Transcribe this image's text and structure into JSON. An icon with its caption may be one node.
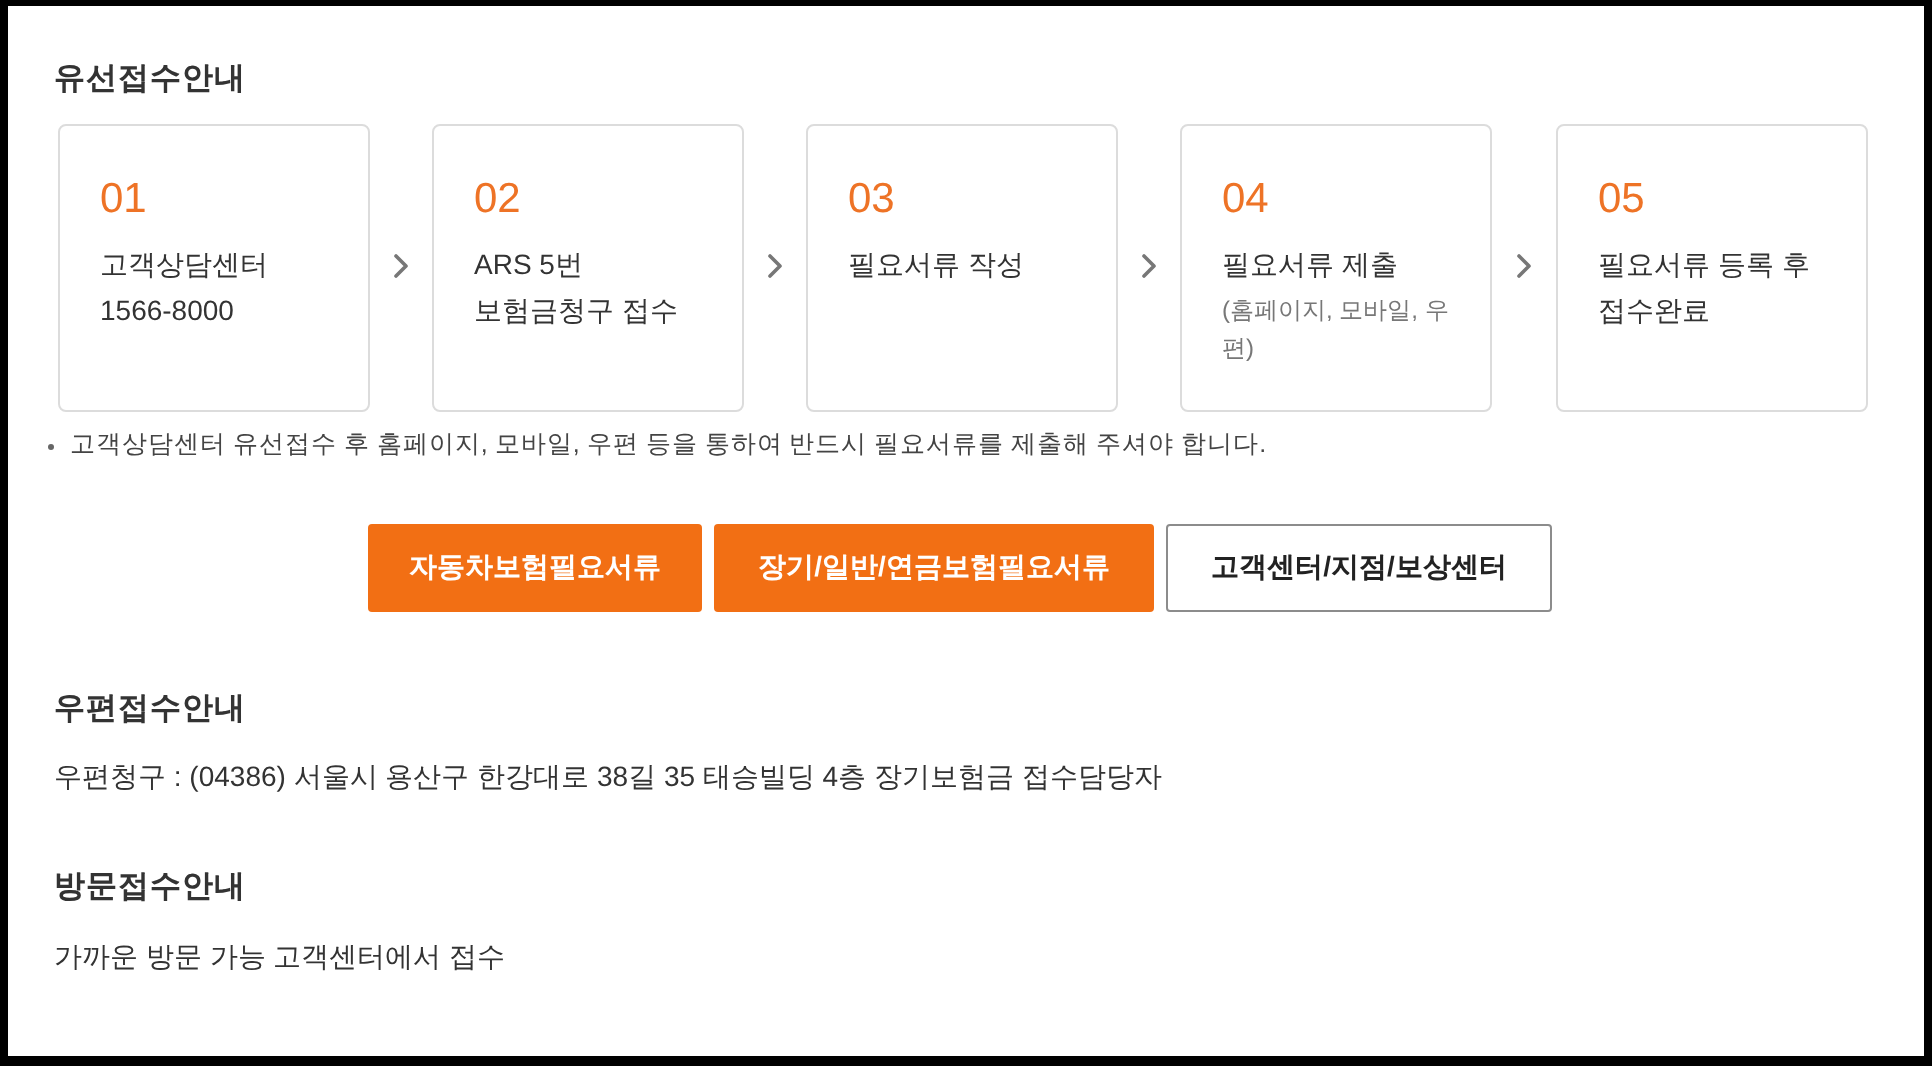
{
  "diagram": {
    "nodes": [
      {
        "text": [
          "01",
          "고객상담센터 1566-8000"
        ]
      },
      {
        "text": [
          "02",
          "ARS 5번 보험금청구 접수"
        ]
      },
      {
        "text": [
          "03",
          "필요서류 작성"
        ]
      },
      {
        "text": [
          "04",
          "필요서류 제출",
          "(홈페이지, 모바일, 우편)"
        ]
      },
      {
        "text": [
          "05",
          "필요서류 등록 후 접수완료"
        ]
      },
      {
        "text": [
          "자동차보험필요서류"
        ]
      },
      {
        "text": [
          "장기/일반/연금보험필요서류"
        ]
      },
      {
        "text": [
          "고객센터/지점/보상센터"
        ]
      }
    ],
    "edges": [
      {
        "from": 0,
        "to": 1,
        "arrow": "to"
      },
      {
        "from": 1,
        "to": 2,
        "arrow": "to"
      },
      {
        "from": 2,
        "to": 3,
        "arrow": "to"
      },
      {
        "from": 3,
        "to": 4,
        "arrow": "to"
      }
    ],
    "labels": [
      "유선접수안내",
      "고객상담센터 유선접수 후 홈페이지, 모바일, 우편 등을 통하여 반드시 필요서류를 제출해 주셔야 합니다.",
      "우편접수안내",
      "우편청구 : (04386) 서울시 용산구 한강대로 38길 35 태승빌딩 4층 장기보험금 접수담당자",
      "방문접수안내",
      "가까운 방문 가능 고객센터에서 접수"
    ]
  }
}
